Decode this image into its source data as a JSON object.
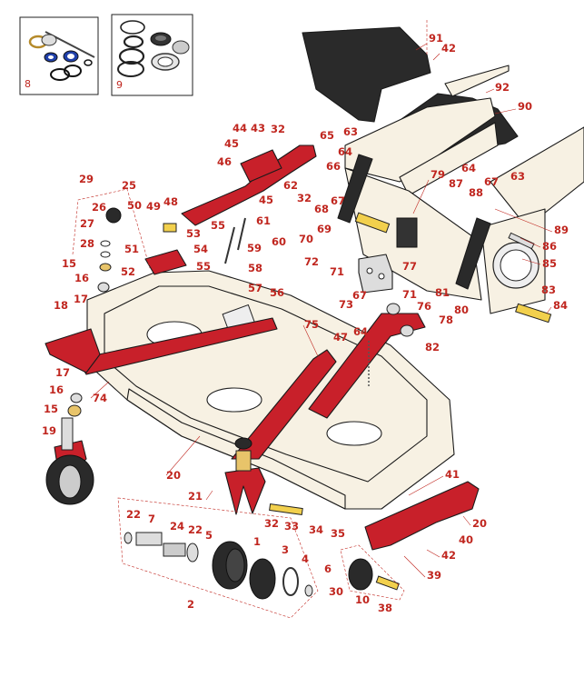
{
  "insets": [
    {
      "label": "8"
    },
    {
      "label": "9"
    }
  ],
  "callouts": [
    {
      "id": "c91",
      "text": "91"
    },
    {
      "id": "c42a",
      "text": "42"
    },
    {
      "id": "c92",
      "text": "92"
    },
    {
      "id": "c90",
      "text": "90"
    },
    {
      "id": "c44",
      "text": "44"
    },
    {
      "id": "c43",
      "text": "43"
    },
    {
      "id": "c32a",
      "text": "32"
    },
    {
      "id": "c65",
      "text": "65"
    },
    {
      "id": "c63a",
      "text": "63"
    },
    {
      "id": "c45a",
      "text": "45"
    },
    {
      "id": "c64a",
      "text": "64"
    },
    {
      "id": "c46",
      "text": "46"
    },
    {
      "id": "c66",
      "text": "66"
    },
    {
      "id": "c79",
      "text": "79"
    },
    {
      "id": "c64b",
      "text": "64"
    },
    {
      "id": "c63b",
      "text": "63"
    },
    {
      "id": "c29",
      "text": "29"
    },
    {
      "id": "c62",
      "text": "62"
    },
    {
      "id": "c87",
      "text": "87"
    },
    {
      "id": "c67a",
      "text": "67"
    },
    {
      "id": "c25",
      "text": "25"
    },
    {
      "id": "c32b",
      "text": "32"
    },
    {
      "id": "c88",
      "text": "88"
    },
    {
      "id": "c45b",
      "text": "45"
    },
    {
      "id": "c67b",
      "text": "67"
    },
    {
      "id": "c26",
      "text": "26"
    },
    {
      "id": "c50",
      "text": "50"
    },
    {
      "id": "c49",
      "text": "49"
    },
    {
      "id": "c48",
      "text": "48"
    },
    {
      "id": "c68",
      "text": "68"
    },
    {
      "id": "c61",
      "text": "61"
    },
    {
      "id": "c89",
      "text": "89"
    },
    {
      "id": "c27",
      "text": "27"
    },
    {
      "id": "c55a",
      "text": "55"
    },
    {
      "id": "c53",
      "text": "53"
    },
    {
      "id": "c69",
      "text": "69"
    },
    {
      "id": "c86",
      "text": "86"
    },
    {
      "id": "c28",
      "text": "28"
    },
    {
      "id": "c60",
      "text": "60"
    },
    {
      "id": "c70",
      "text": "70"
    },
    {
      "id": "c51",
      "text": "51"
    },
    {
      "id": "c54",
      "text": "54"
    },
    {
      "id": "c59",
      "text": "59"
    },
    {
      "id": "c85",
      "text": "85"
    },
    {
      "id": "c15a",
      "text": "15"
    },
    {
      "id": "c72",
      "text": "72"
    },
    {
      "id": "c77",
      "text": "77"
    },
    {
      "id": "c52",
      "text": "52"
    },
    {
      "id": "c55b",
      "text": "55"
    },
    {
      "id": "c58",
      "text": "58"
    },
    {
      "id": "c71a",
      "text": "71"
    },
    {
      "id": "c16a",
      "text": "16"
    },
    {
      "id": "c17a",
      "text": "17"
    },
    {
      "id": "c57",
      "text": "57"
    },
    {
      "id": "c83",
      "text": "83"
    },
    {
      "id": "c56",
      "text": "56"
    },
    {
      "id": "c71b",
      "text": "71"
    },
    {
      "id": "c81",
      "text": "81"
    },
    {
      "id": "c18",
      "text": "18"
    },
    {
      "id": "c67c",
      "text": "67"
    },
    {
      "id": "c76",
      "text": "76"
    },
    {
      "id": "c84",
      "text": "84"
    },
    {
      "id": "c73",
      "text": "73"
    },
    {
      "id": "c78",
      "text": "78"
    },
    {
      "id": "c80",
      "text": "80"
    },
    {
      "id": "c75",
      "text": "75"
    },
    {
      "id": "c64c",
      "text": "64"
    },
    {
      "id": "c47",
      "text": "47"
    },
    {
      "id": "c82",
      "text": "82"
    },
    {
      "id": "c17b",
      "text": "17"
    },
    {
      "id": "c16b",
      "text": "16"
    },
    {
      "id": "c74",
      "text": "74"
    },
    {
      "id": "c15b",
      "text": "15"
    },
    {
      "id": "c19",
      "text": "19"
    },
    {
      "id": "c20a",
      "text": "20"
    },
    {
      "id": "c41",
      "text": "41"
    },
    {
      "id": "c21",
      "text": "21"
    },
    {
      "id": "c32c",
      "text": "32"
    },
    {
      "id": "c33",
      "text": "33"
    },
    {
      "id": "c34",
      "text": "34"
    },
    {
      "id": "c20b",
      "text": "20"
    },
    {
      "id": "c22a",
      "text": "22"
    },
    {
      "id": "c7",
      "text": "7"
    },
    {
      "id": "c24",
      "text": "24"
    },
    {
      "id": "c22b",
      "text": "22"
    },
    {
      "id": "c5",
      "text": "5"
    },
    {
      "id": "c35",
      "text": "35"
    },
    {
      "id": "c1",
      "text": "1"
    },
    {
      "id": "c40",
      "text": "40"
    },
    {
      "id": "c3",
      "text": "3"
    },
    {
      "id": "c42b",
      "text": "42"
    },
    {
      "id": "c4",
      "text": "4"
    },
    {
      "id": "c6",
      "text": "6"
    },
    {
      "id": "c39",
      "text": "39"
    },
    {
      "id": "c30",
      "text": "30"
    },
    {
      "id": "c2",
      "text": "2"
    },
    {
      "id": "c10",
      "text": "10"
    },
    {
      "id": "c38",
      "text": "38"
    }
  ],
  "colors": {
    "callout": "#c0261f",
    "frame_red": "#c8202a",
    "deck_cream": "#f7f1e3",
    "cover_black": "#2a2a2a",
    "seal_blue": "#1f3fa8"
  }
}
